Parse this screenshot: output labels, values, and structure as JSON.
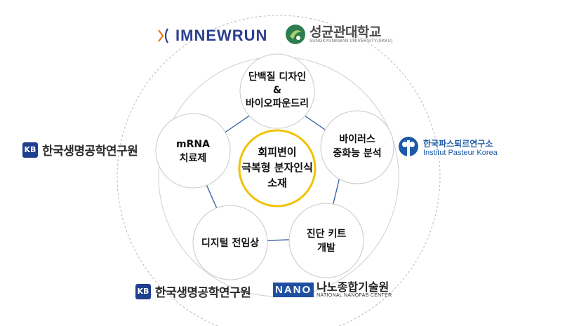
{
  "nodes": {
    "center": [
      "회피변이",
      "극복형 분자인식",
      "소재"
    ],
    "top": [
      "단백질 디자인",
      "&",
      "바이오파운드리"
    ],
    "right": [
      "바이러스",
      "중화능 분석"
    ],
    "bottom_right": [
      "진단 키트",
      "개발"
    ],
    "bottom_left": [
      "디지털 전임상"
    ],
    "left": [
      "mRNA",
      "치료제"
    ]
  },
  "logos": {
    "imnewrun": "IMNEWRUN",
    "skku": {
      "name": "성균관대학교",
      "sub": "SUNGKYUNKWAN UNIVERSITY(SKKU)"
    },
    "kribb": "한국생명공학연구원",
    "ipk": {
      "name": "한국파스퇴르연구소",
      "sub": "Institut Pasteur Korea"
    },
    "nano": {
      "box": "NANO",
      "name": "나노종합기술원",
      "sub": "NATIONAL NANOFAB CENTER"
    }
  },
  "colors": {
    "center_ring": "#f2c200",
    "link": "#2f5a9e",
    "node_border": "#c8c8c8",
    "outer_ring": "#b9b9b9"
  }
}
